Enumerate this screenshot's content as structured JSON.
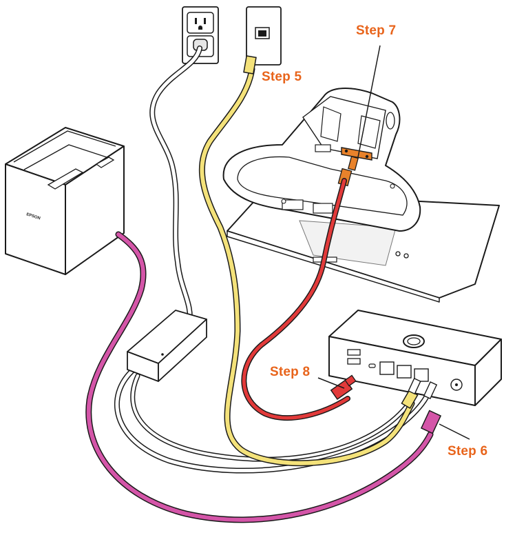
{
  "colors": {
    "callout": "#e8641b",
    "outline": "#1a1a1a",
    "fill_light": "#ffffff",
    "fill_grey": "#d9d9d9",
    "cable_power": "#ffffff",
    "cable_ethernet_yellow": "#f4e27a",
    "cable_red": "#e23a3a",
    "cable_magenta": "#d455a8",
    "connector_orange": "#e8822b"
  },
  "callouts": {
    "step5": "Step 5",
    "step6": "Step 6",
    "step7": "Step 7",
    "step8": "Step 8"
  },
  "printer": {
    "brand": "EPSON"
  },
  "icons": {
    "outlet": "power-outlet-icon",
    "ethernet_jack": "ethernet-jack-icon"
  }
}
